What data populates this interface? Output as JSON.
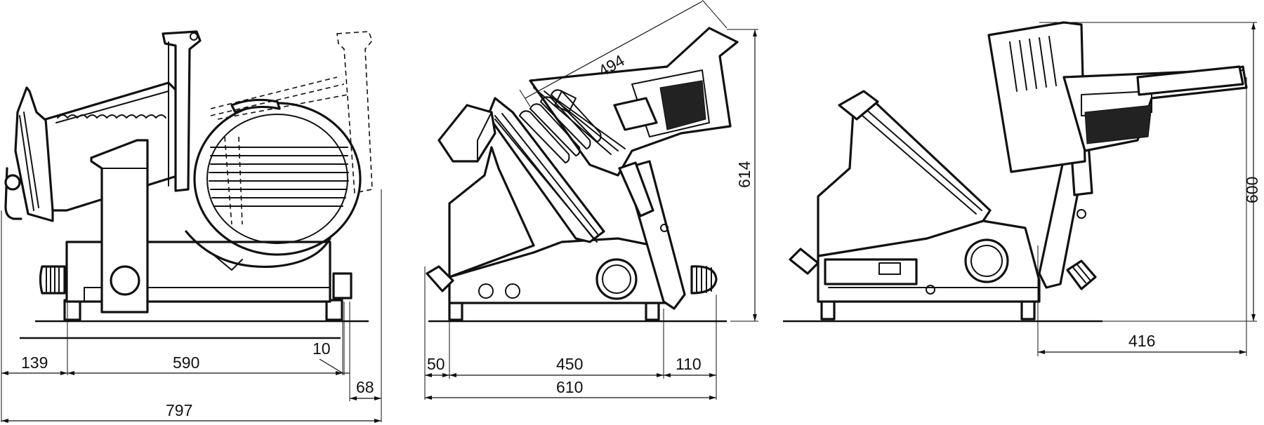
{
  "dimensions": {
    "front": {
      "left_overhang": "139",
      "base_width": "590",
      "offset": "10",
      "right_overhang": "68",
      "overall_width": "797"
    },
    "side": {
      "carriage_diagonal": "494",
      "overall_height": "614",
      "left_overhang": "50",
      "base_depth": "450",
      "right_overhang": "110",
      "overall_depth": "610"
    },
    "open": {
      "raised_height": "600",
      "raised_depth": "416"
    }
  },
  "colors": {
    "line": "#111111",
    "background": "#ffffff"
  }
}
